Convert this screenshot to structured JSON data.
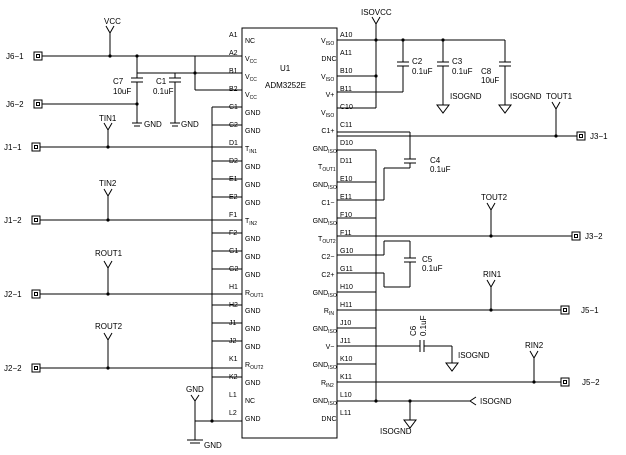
{
  "chip": {
    "ref": "U1",
    "part": "ADM3252E"
  },
  "left_pins": [
    {
      "num": "A1",
      "label": "NC"
    },
    {
      "num": "A2",
      "label": "V",
      "sub": "CC"
    },
    {
      "num": "B1",
      "label": "V",
      "sub": "CC"
    },
    {
      "num": "B2",
      "label": "V",
      "sub": "CC"
    },
    {
      "num": "C1",
      "label": "GND"
    },
    {
      "num": "C2",
      "label": "GND"
    },
    {
      "num": "D1",
      "label": "T",
      "sub": "IN1"
    },
    {
      "num": "D2",
      "label": "GND"
    },
    {
      "num": "E1",
      "label": "GND"
    },
    {
      "num": "E2",
      "label": "GND"
    },
    {
      "num": "F1",
      "label": "T",
      "sub": "IN2"
    },
    {
      "num": "F2",
      "label": "GND"
    },
    {
      "num": "G1",
      "label": "GND"
    },
    {
      "num": "G2",
      "label": "GND"
    },
    {
      "num": "H1",
      "label": "R",
      "sub": "OUT1"
    },
    {
      "num": "H2",
      "label": "GND"
    },
    {
      "num": "J1",
      "label": "GND"
    },
    {
      "num": "J2",
      "label": "GND"
    },
    {
      "num": "K1",
      "label": "R",
      "sub": "OUT2"
    },
    {
      "num": "K2",
      "label": "GND"
    },
    {
      "num": "L1",
      "label": "NC"
    },
    {
      "num": "L2",
      "label": "GND"
    }
  ],
  "right_pins": [
    {
      "num": "A10",
      "label": "V",
      "sub": "ISO"
    },
    {
      "num": "A11",
      "label": "DNC"
    },
    {
      "num": "B10",
      "label": "V",
      "sub": "ISO"
    },
    {
      "num": "B11",
      "label": "V+"
    },
    {
      "num": "C10",
      "label": "V",
      "sub": "ISO"
    },
    {
      "num": "C11",
      "label": "C1+"
    },
    {
      "num": "D10",
      "label": "GND",
      "sub": "ISO"
    },
    {
      "num": "D11",
      "label": "T",
      "sub": "OUT1"
    },
    {
      "num": "E10",
      "label": "GND",
      "sub": "ISO"
    },
    {
      "num": "E11",
      "label": "C1−"
    },
    {
      "num": "F10",
      "label": "GND",
      "sub": "ISO"
    },
    {
      "num": "F11",
      "label": "T",
      "sub": "OUT2"
    },
    {
      "num": "G10",
      "label": "C2−"
    },
    {
      "num": "G11",
      "label": "C2+"
    },
    {
      "num": "H10",
      "label": "GND",
      "sub": "ISO"
    },
    {
      "num": "H11",
      "label": "R",
      "sub": "IN"
    },
    {
      "num": "J10",
      "label": "GND",
      "sub": "ISO"
    },
    {
      "num": "J11",
      "label": "V−"
    },
    {
      "num": "K10",
      "label": "GND",
      "sub": "ISO"
    },
    {
      "num": "K11",
      "label": "R",
      "sub": "IN2"
    },
    {
      "num": "L10",
      "label": "GND",
      "sub": "ISO"
    },
    {
      "num": "L11",
      "label": "DNC"
    }
  ],
  "nets": {
    "vcc": "VCC",
    "isovcc": "ISOVCC",
    "gnd": "GND",
    "isognd": "ISOGND",
    "tin1": "TIN1",
    "tin2": "TIN2",
    "rout1": "ROUT1",
    "rout2": "ROUT2",
    "tout1": "TOUT1",
    "tout2": "TOUT2",
    "rin1": "RIN1",
    "rin2": "RIN2"
  },
  "connectors": {
    "j6_1": "J6−1",
    "j6_2": "J6−2",
    "j1_1": "J1−1",
    "j1_2": "J1−2",
    "j2_1": "J2−1",
    "j2_2": "J2−2",
    "j3_1": "J3−1",
    "j3_2": "J3−2",
    "j5_1": "J5−1",
    "j5_2": "J5−2"
  },
  "capacitors": {
    "c7": {
      "ref": "C7",
      "value": "10uF"
    },
    "c1": {
      "ref": "C1",
      "value": "0.1uF"
    },
    "c2": {
      "ref": "C2",
      "value": "0.1uF"
    },
    "c3": {
      "ref": "C3",
      "value": "0.1uF"
    },
    "c8": {
      "ref": "C8",
      "value": "10uF"
    },
    "c4": {
      "ref": "C4",
      "value": "0.1uF"
    },
    "c5": {
      "ref": "C5",
      "value": "0.1uF"
    },
    "c6": {
      "ref": "C6",
      "value": "0.1uF"
    }
  }
}
